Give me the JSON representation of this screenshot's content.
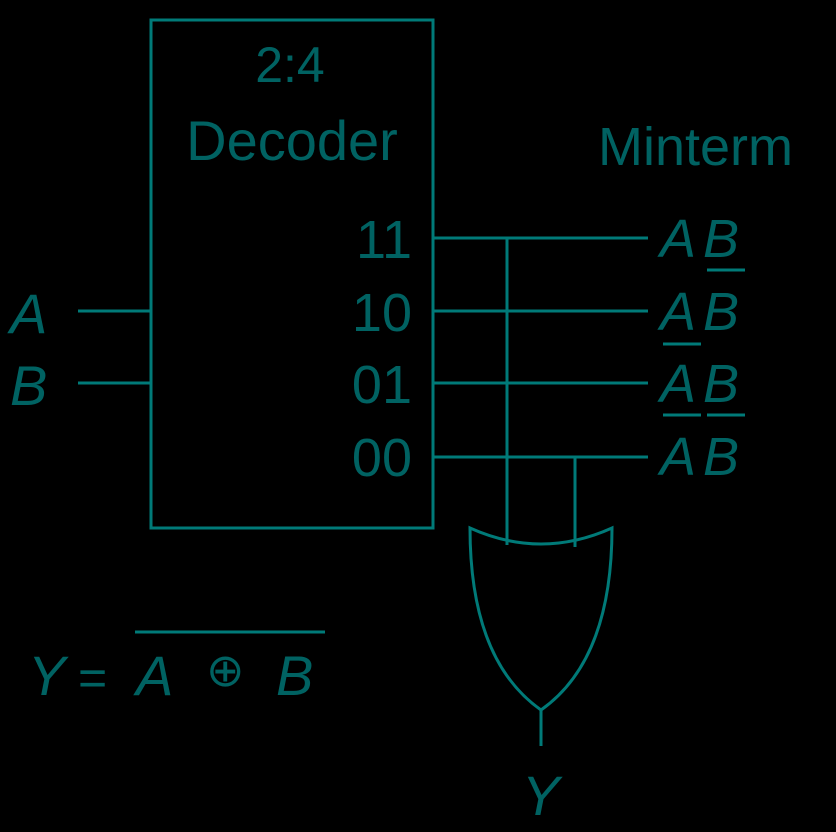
{
  "decoder": {
    "title_line1": "2:4",
    "title_line2": "Decoder",
    "outputs": [
      "11",
      "10",
      "01",
      "00"
    ]
  },
  "inputs": [
    "A",
    "B"
  ],
  "minterm_header": "Minterm",
  "minterms": [
    {
      "a": "A",
      "b": "B",
      "a_bar": false,
      "b_bar": false
    },
    {
      "a": "A",
      "b": "B",
      "a_bar": false,
      "b_bar": true
    },
    {
      "a": "A",
      "b": "B",
      "a_bar": true,
      "b_bar": false
    },
    {
      "a": "A",
      "b": "B",
      "a_bar": true,
      "b_bar": true
    }
  ],
  "output_label": "Y",
  "equation": {
    "lhs": "Y",
    "eq": "=",
    "a": "A",
    "op": "⊕",
    "b": "B"
  },
  "colors": {
    "wire": "#007a78",
    "text": "#006262",
    "background": "#000000"
  }
}
